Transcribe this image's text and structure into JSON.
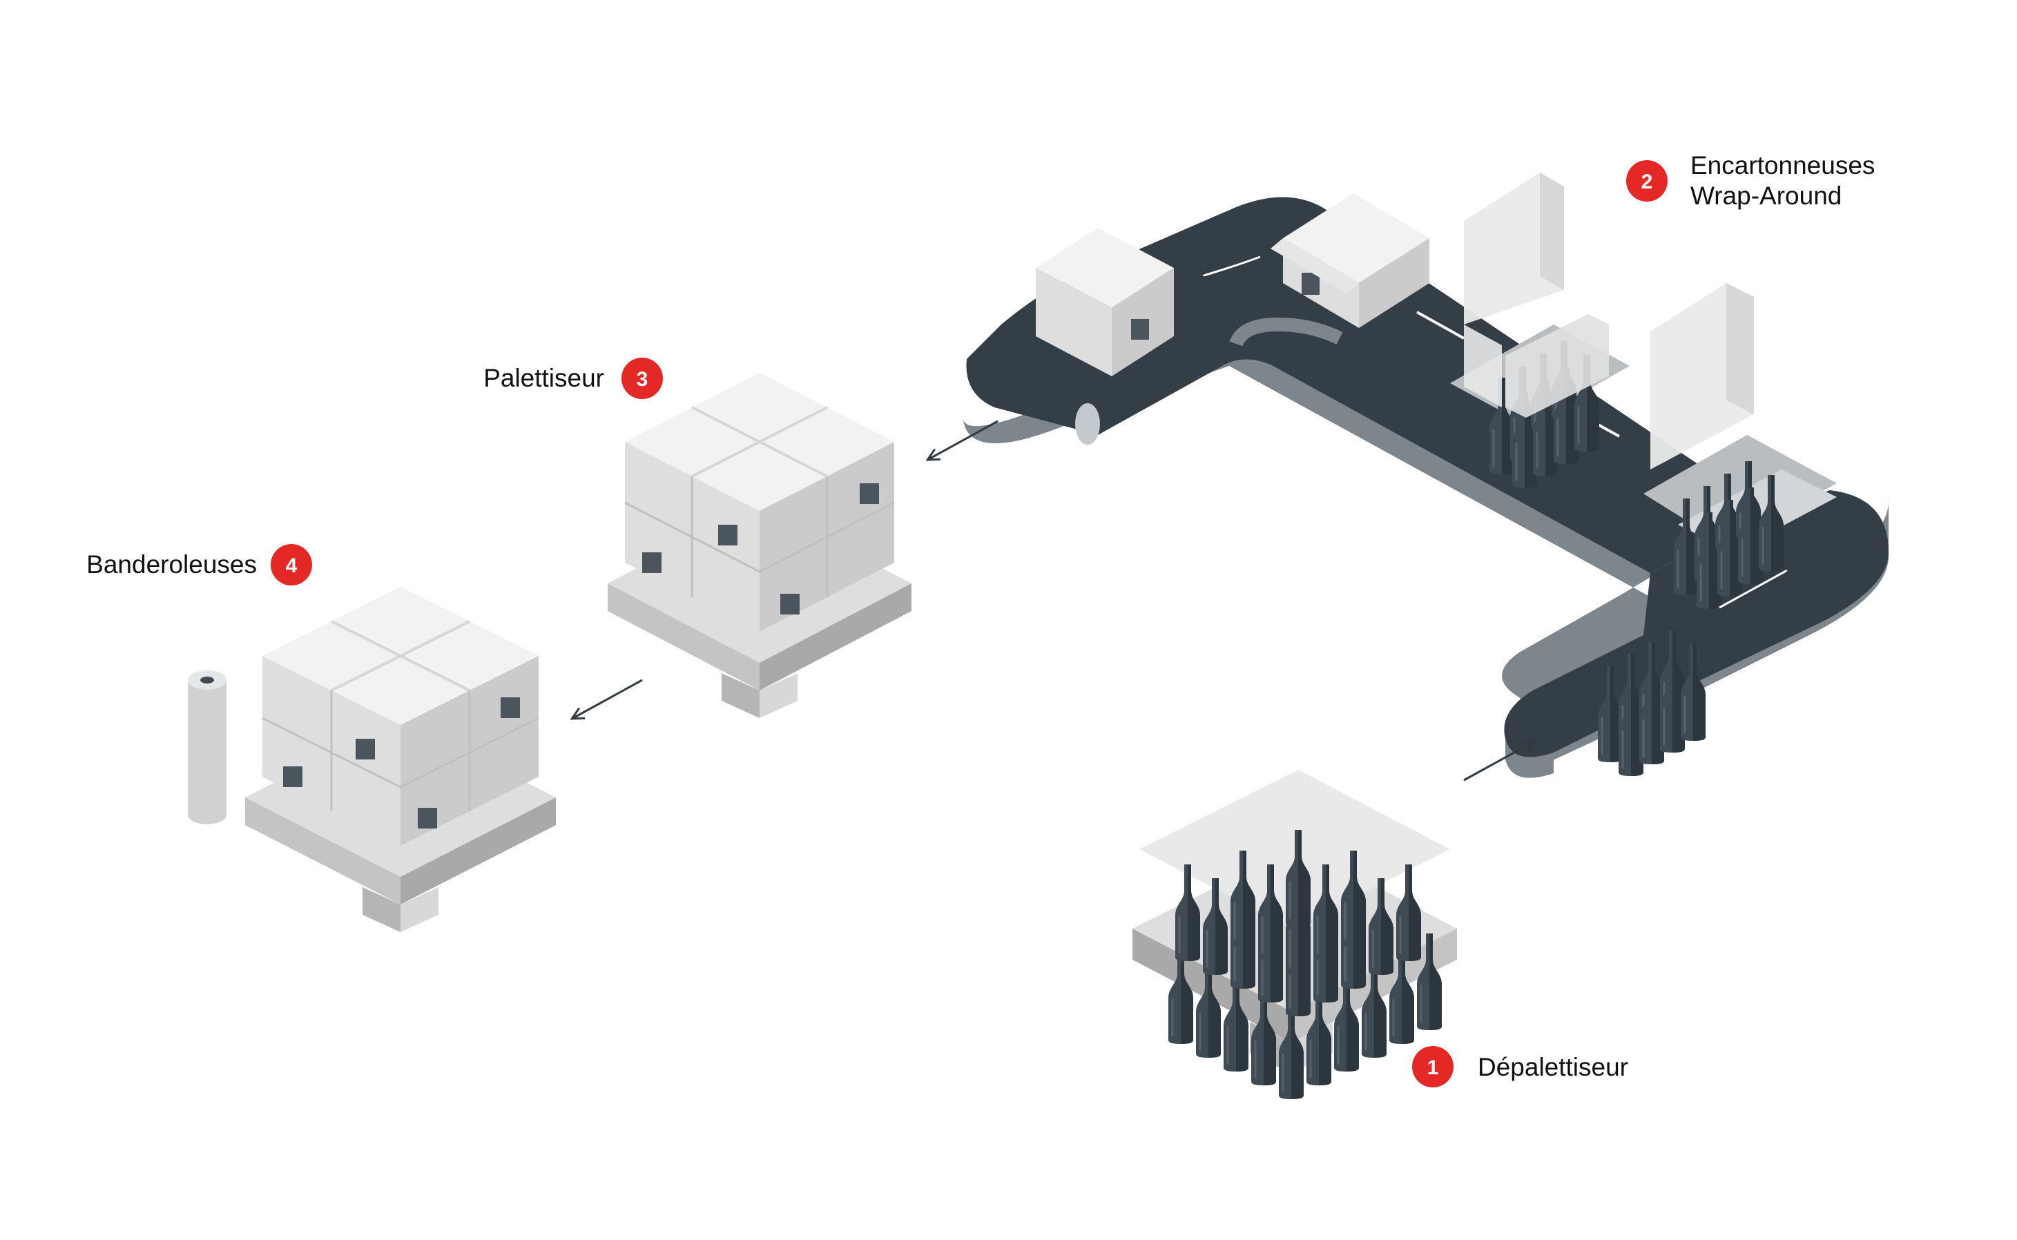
{
  "colors": {
    "accent": "#e32826",
    "belt_top": "#343e47",
    "belt_side": "#7d868d",
    "box_top": "#f2f2f2",
    "box_left": "#dedede",
    "box_right": "#cbcbcb",
    "bottle": "#3f4b54",
    "pallet": "#d4d4d4",
    "pallet_dark": "#a9a9a9",
    "arrow": "#333a40"
  },
  "steps": [
    {
      "number": "1",
      "label": "Dépalettiseur",
      "icon": "bottle-pallet-icon"
    },
    {
      "number": "2",
      "label_line1": "Encartonneuses",
      "label_line2": "Wrap-Around",
      "icon": "wrap-around-carton-icon"
    },
    {
      "number": "3",
      "label": "Palettiseur",
      "icon": "palletized-boxes-icon"
    },
    {
      "number": "4",
      "label": "Banderoleuses",
      "icon": "stretch-film-roll-icon"
    }
  ]
}
